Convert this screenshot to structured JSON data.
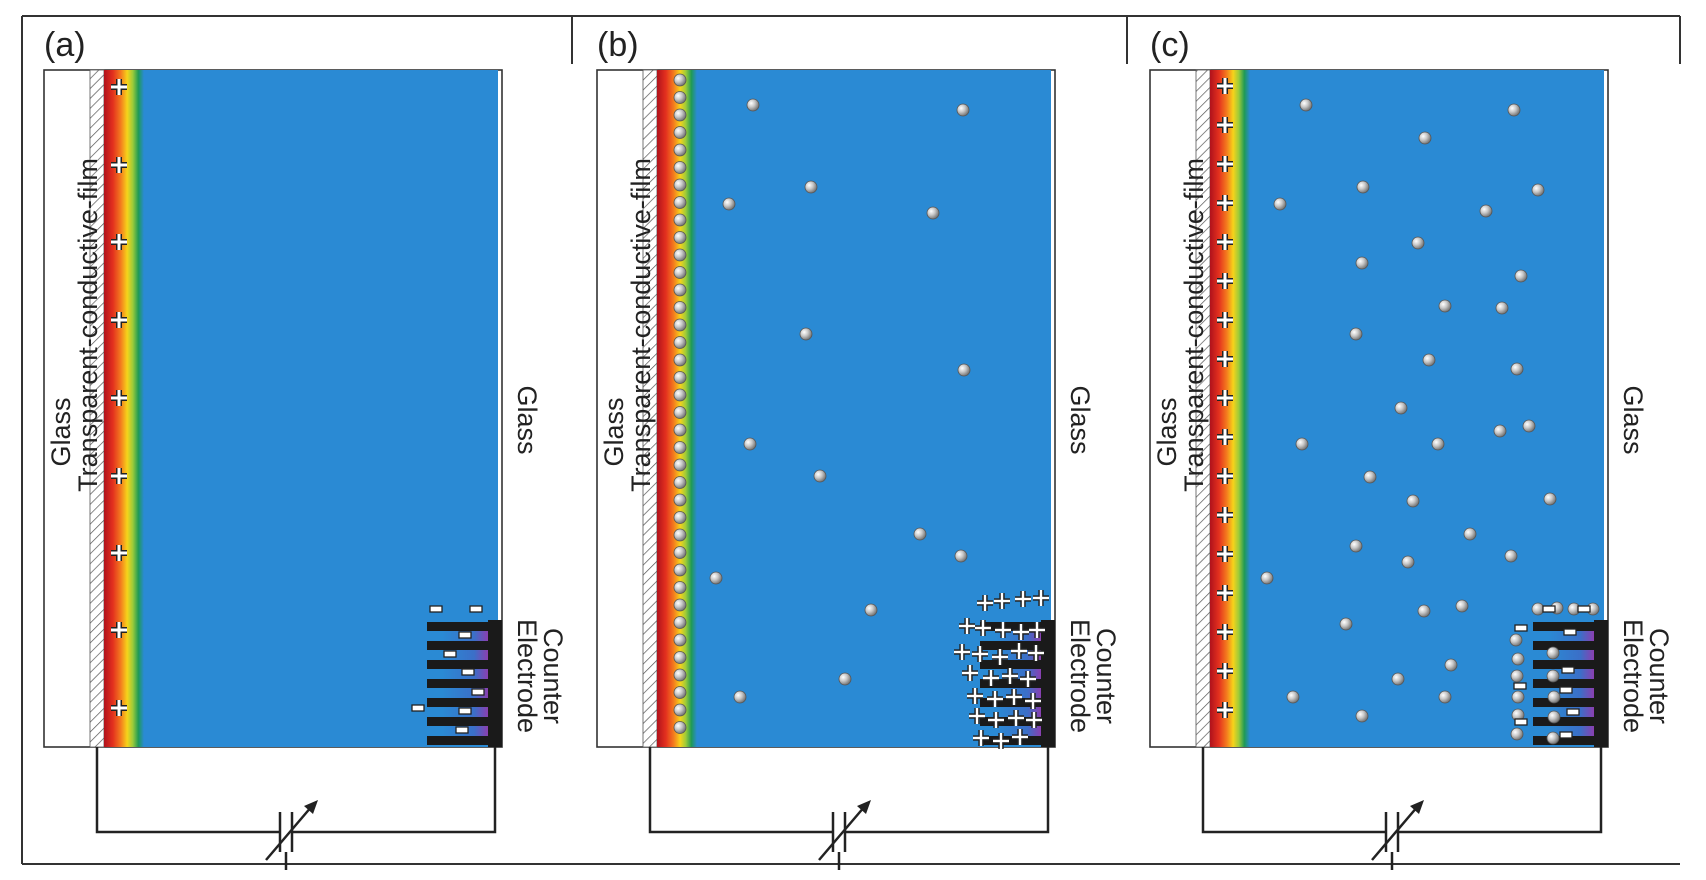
{
  "colors": {
    "electrolyte": "#2a8ad4",
    "frame": "#333333",
    "wire": "#222222",
    "glass": "#ffffff",
    "particle": "#b9b9b9",
    "gradient": [
      "#c0181e",
      "#e8321e",
      "#f57c1e",
      "#f7d21a",
      "#9ccb3a",
      "#1f9a55",
      "#2a8ad4"
    ]
  },
  "labels": {
    "glass_left": "Glass",
    "tcf": "Transparent-conductive-film",
    "glass_right": "Glass",
    "counter": "Counter",
    "electrode": "Electrode"
  },
  "icons": {
    "positive": "plus-sign",
    "negative": "minus-sign",
    "particle": "metal-particle",
    "source": "variable-voltage-source"
  },
  "panels": [
    {
      "id": "a",
      "label": "(a)",
      "state": "charged"
    },
    {
      "id": "b",
      "label": "(b)",
      "state": "plated"
    },
    {
      "id": "c",
      "label": "(c)",
      "state": "stripped"
    }
  ]
}
